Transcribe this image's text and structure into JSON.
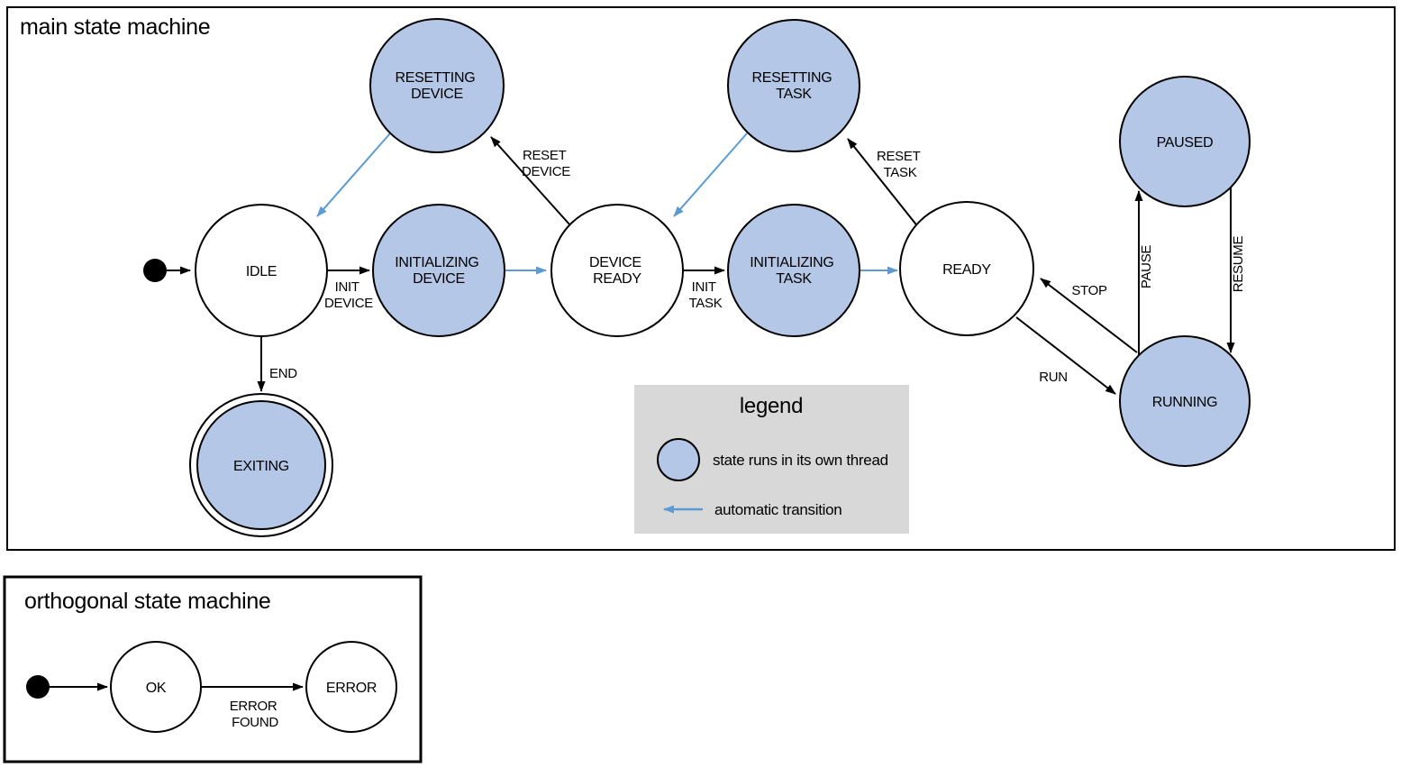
{
  "main_machine": {
    "title": "main state machine",
    "states": [
      {
        "lines": [
          "IDLE"
        ]
      },
      {
        "lines": [
          "RESETTING",
          "DEVICE"
        ]
      },
      {
        "lines": [
          "INITIALIZING",
          "DEVICE"
        ]
      },
      {
        "lines": [
          "DEVICE",
          "READY"
        ]
      },
      {
        "lines": [
          "RESETTING",
          "TASK"
        ]
      },
      {
        "lines": [
          "INITIALIZING",
          "TASK"
        ]
      },
      {
        "lines": [
          "READY"
        ]
      },
      {
        "lines": [
          "PAUSED"
        ]
      },
      {
        "lines": [
          "RUNNING"
        ]
      },
      {
        "lines": [
          "EXITING"
        ]
      }
    ],
    "transitions": [
      {
        "lines": [
          "INIT",
          "DEVICE"
        ]
      },
      {
        "lines": [
          "RESET",
          "DEVICE"
        ]
      },
      {
        "lines": [
          "INIT",
          "TASK"
        ]
      },
      {
        "lines": [
          "RESET",
          "TASK"
        ]
      },
      {
        "lines": [
          "END"
        ]
      },
      {
        "lines": [
          "STOP"
        ]
      },
      {
        "lines": [
          "RUN"
        ]
      },
      {
        "lines": [
          "PAUSE"
        ]
      },
      {
        "lines": [
          "RESUME"
        ]
      }
    ]
  },
  "legend": {
    "title": "legend",
    "threaded_state_label": "state runs in its own thread",
    "automatic_transition_label": "automatic transition"
  },
  "orthogonal_machine": {
    "title": "orthogonal state machine",
    "states": [
      {
        "lines": [
          "OK"
        ]
      },
      {
        "lines": [
          "ERROR"
        ]
      }
    ],
    "transitions": [
      {
        "lines": [
          "ERROR",
          "FOUND"
        ]
      }
    ]
  },
  "colors": {
    "threaded_state_fill": "#b4c7e7",
    "plain_state_fill": "#ffffff",
    "automatic_transition": "#5b9bd5",
    "transition_stroke": "#000000",
    "legend_background": "#d8d8d8"
  }
}
